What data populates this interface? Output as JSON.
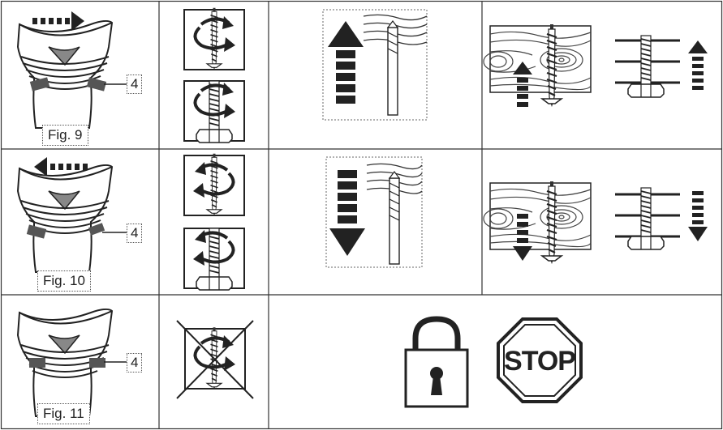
{
  "rows": [
    {
      "figure_label": "Fig. 9",
      "part_number": "4",
      "direction": "forward"
    },
    {
      "figure_label": "Fig. 10",
      "part_number": "4",
      "direction": "reverse"
    },
    {
      "figure_label": "Fig. 11",
      "part_number": "4",
      "direction": "locked"
    }
  ],
  "stop_sign_text": "STOP",
  "icons": {
    "lock": "padlock-icon",
    "stop": "stop-sign-icon"
  }
}
